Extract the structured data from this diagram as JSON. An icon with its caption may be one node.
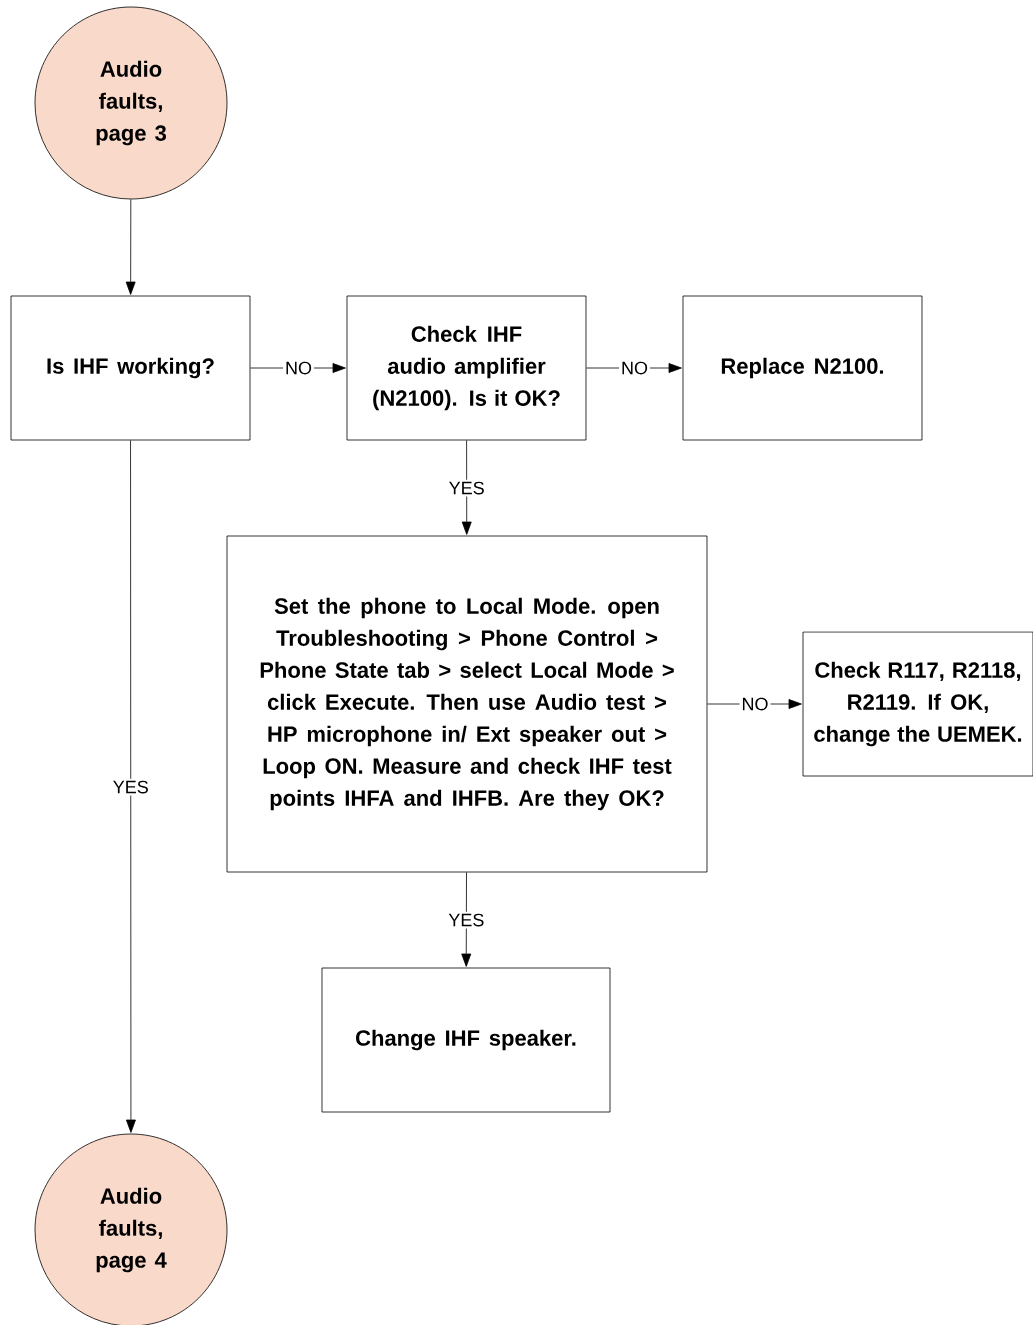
{
  "diagram": {
    "nodes": [
      {
        "text": [
          "Audio faults, page 3"
        ]
      },
      {
        "text": [
          "Is IHF working?"
        ]
      },
      {
        "text": [
          "Check IHF audio amplifier (N2100). Is it OK?"
        ]
      },
      {
        "text": [
          "Replace N2100."
        ]
      },
      {
        "text": [
          "Set the phone to Local Mode. open Troubleshooting > Phone Control > Phone State tab > select Local Mode > click Execute. Then use Audio test > HP microphone in/ Ext speaker out > Loop ON. Measure and check IHF test points IHFA and IHFB. Are they OK?"
        ]
      },
      {
        "text": [
          "Check R117, R2118, R2119. If OK, change the UEMEK."
        ]
      },
      {
        "text": [
          "Change IHF speaker."
        ]
      },
      {
        "text": [
          "Audio faults, page 4"
        ]
      }
    ],
    "edges": [
      {
        "from": 0,
        "to": 1,
        "arrow": "to"
      },
      {
        "from": 1,
        "to": 2,
        "arrow": "to",
        "label": "NO"
      },
      {
        "from": 2,
        "to": 3,
        "arrow": "to",
        "label": "NO"
      },
      {
        "from": 2,
        "to": 4,
        "arrow": "to",
        "label": "YES"
      },
      {
        "from": 4,
        "to": 5,
        "arrow": "to",
        "label": "NO"
      },
      {
        "from": 4,
        "to": 6,
        "arrow": "to",
        "label": "YES"
      },
      {
        "from": 1,
        "to": 7,
        "arrow": "to",
        "label": "YES"
      }
    ]
  }
}
